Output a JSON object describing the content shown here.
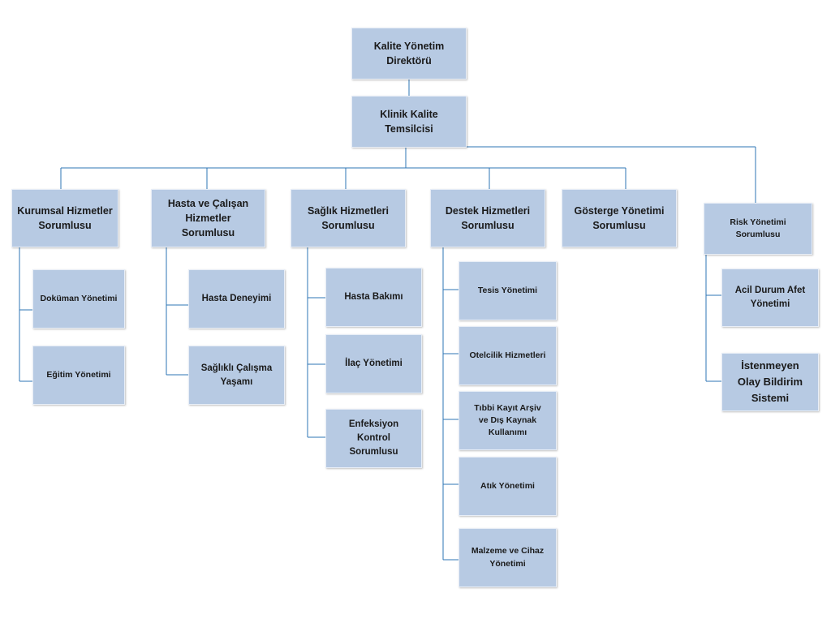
{
  "nodes": {
    "director": [
      "Kalite Yönetim",
      "Direktörü"
    ],
    "clinical_rep": [
      "Klinik Kalite",
      "Temsilcisi"
    ],
    "corporate": [
      "Kurumsal Hizmetler",
      "Sorumlusu"
    ],
    "patient_staff": [
      "Hasta ve Çalışan",
      "Hizmetler",
      "Sorumlusu"
    ],
    "health": [
      "Sağlık Hizmetleri",
      "Sorumlusu"
    ],
    "support": [
      "Destek Hizmetleri",
      "Sorumlusu"
    ],
    "indicator": [
      "Gösterge Yönetimi",
      "Sorumlusu"
    ],
    "risk": [
      "Risk Yönetimi",
      "Sorumlusu"
    ],
    "document": [
      "Doküman Yönetimi"
    ],
    "training": [
      "Eğitim Yönetimi"
    ],
    "patient_experience": [
      "Hasta Deneyimi"
    ],
    "healthy_work": [
      "Sağlıklı Çalışma",
      "Yaşamı"
    ],
    "patient_care": [
      "Hasta Bakımı"
    ],
    "medication": [
      "İlaç Yönetimi"
    ],
    "infection": [
      "Enfeksiyon",
      "Kontrol",
      "Sorumlusu"
    ],
    "facility": [
      "Tesis Yönetimi"
    ],
    "hospitality": [
      "Otelcilik Hizmetleri"
    ],
    "records": [
      "Tıbbi Kayıt Arşiv",
      "ve Dış Kaynak",
      "Kullanımı"
    ],
    "waste": [
      "Atık Yönetimi"
    ],
    "materials": [
      "Malzeme ve Cihaz",
      "Yönetimi"
    ],
    "emergency": [
      "Acil Durum Afet",
      "Yönetimi"
    ],
    "incident": [
      "İstenmeyen",
      "Olay Bildirim",
      "Sistemi"
    ]
  },
  "colors": {
    "box_fill": "#b7cae3",
    "connector": "#2e75b6"
  }
}
